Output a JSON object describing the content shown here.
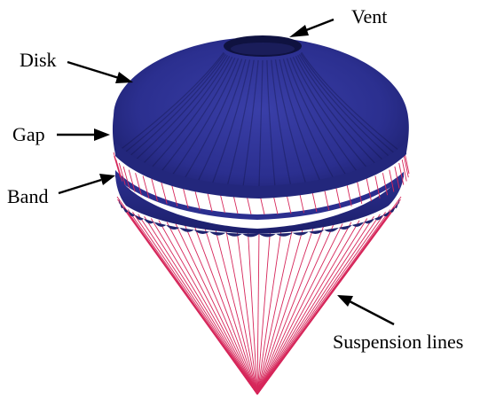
{
  "labels": {
    "vent": "Vent",
    "disk": "Disk",
    "gap": "Gap",
    "band": "Band",
    "suspension_lines": "Suspension lines"
  },
  "colors": {
    "canopy": "#2b2f8f",
    "canopy_dark": "#1c1f6b",
    "canopy_light": "#3a3fa8",
    "lines": "#d6265a",
    "gap_background": "#ffffff",
    "text": "#000000"
  }
}
